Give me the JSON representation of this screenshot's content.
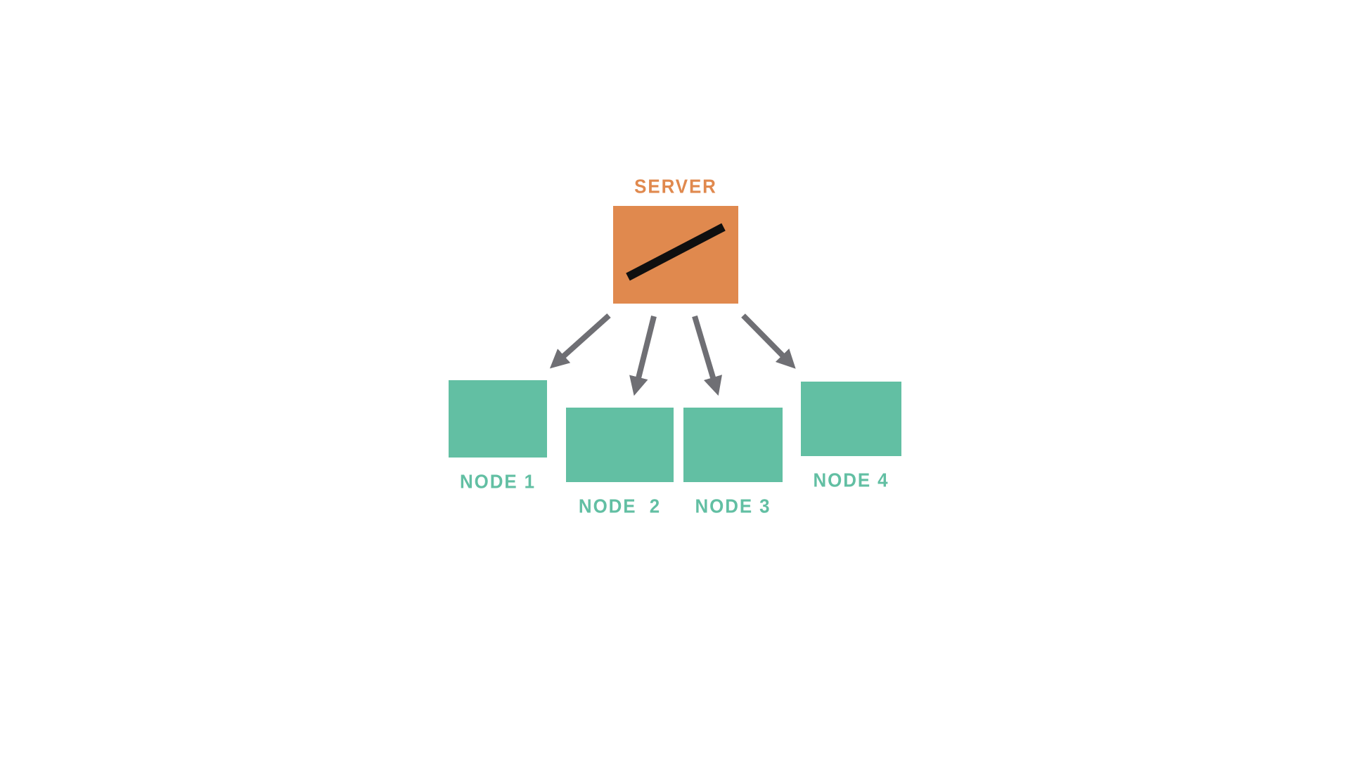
{
  "diagram": {
    "title": "Server to nodes distribution diagram",
    "server": {
      "label": "SERVER",
      "icon": "diagonal-line-icon"
    },
    "nodes": [
      {
        "id": "node1",
        "label": "NODE 1"
      },
      {
        "id": "node2",
        "label": "NODE  2"
      },
      {
        "id": "node3",
        "label": "NODE 3"
      },
      {
        "id": "node4",
        "label": "NODE 4"
      }
    ],
    "connections": [
      {
        "from": "server",
        "to": "node1"
      },
      {
        "from": "server",
        "to": "node2"
      },
      {
        "from": "server",
        "to": "node3"
      },
      {
        "from": "server",
        "to": "node4"
      }
    ],
    "colors": {
      "server_fill": "#E0894E",
      "server_label_text": "#E0894E",
      "node_fill": "#62BFA3",
      "node_label_text": "#62BFA3",
      "arrow": "#6F6F74",
      "server_icon_line": "#0F0F0F",
      "background": "#FFFFFF"
    }
  }
}
